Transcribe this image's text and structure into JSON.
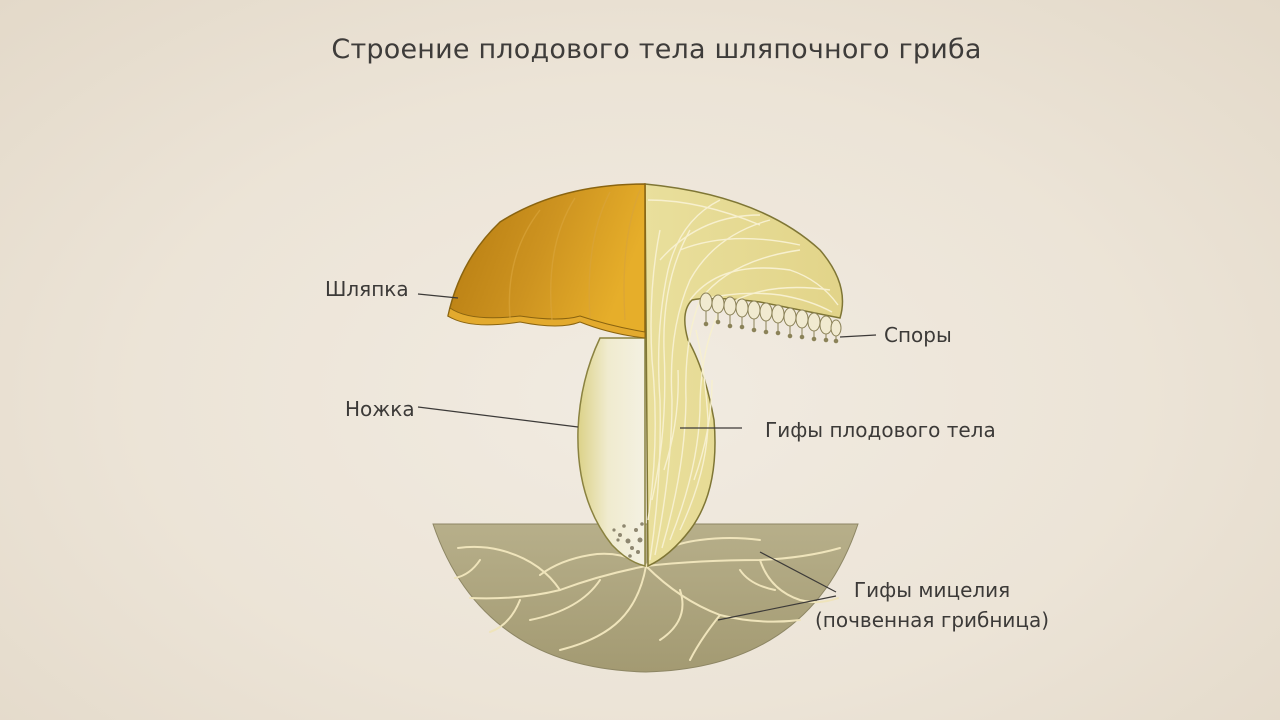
{
  "title": "Строение плодового тела шляпочного гриба",
  "labels": {
    "cap": "Шляпка",
    "stem": "Ножка",
    "spores": "Споры",
    "fruiting_body_hyphae": "Гифы плодового тела",
    "mycelium_line1": "Гифы мицелия",
    "mycelium_line2": "(почвенная грибница)"
  },
  "colors": {
    "cap_outer": "#c98f1c",
    "cap_inner": "#e9dc9a",
    "stem": "#f0edd6",
    "soil": "#aea680",
    "hyphae": "#f2e8bf",
    "leader": "#3c3a38"
  }
}
